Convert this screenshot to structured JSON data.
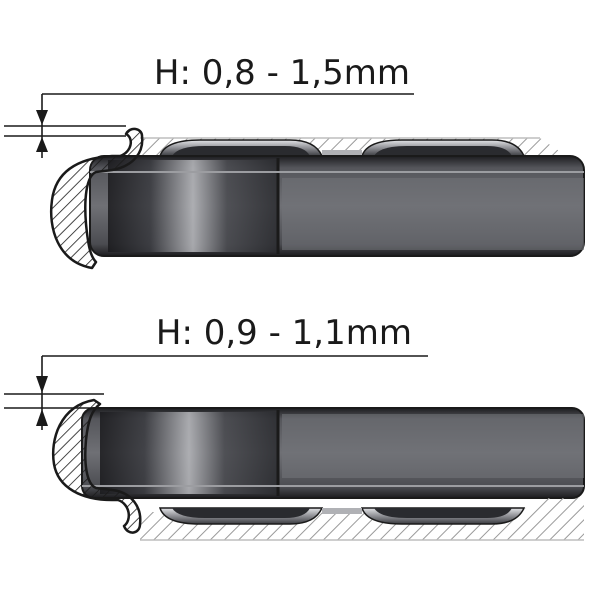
{
  "diagrams": [
    {
      "id": "top",
      "label": "H: 0,8 - 1,5mm",
      "case_lip": "front"
    },
    {
      "id": "bottom",
      "label": "H: 0,9 - 1,1mm",
      "case_lip": "back"
    }
  ],
  "colors": {
    "ink": "#1a1a1a",
    "hatch": "#9a9a9a",
    "phone_dark": "#2a2a2e",
    "phone_mid": "#4a4b50",
    "phone_light": "#8a8b90",
    "lens_ring": "#c8c9cc"
  }
}
